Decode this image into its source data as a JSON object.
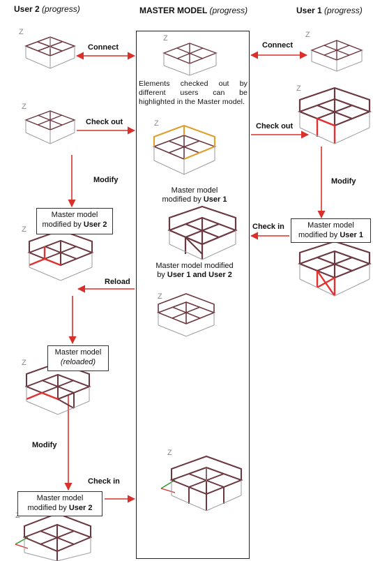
{
  "headers": {
    "user2_name": "User 2",
    "user2_status": "(progress)",
    "master_name": "MASTER MODEL",
    "master_status": "(progress)",
    "user1_name": "User 1",
    "user1_status": "(progress)"
  },
  "arrows": {
    "connect_left": "Connect",
    "connect_right": "Connect",
    "checkout_left": "Check out",
    "checkout_right": "Check out",
    "modify_user2_1": "Modify",
    "modify_user1": "Modify",
    "checkin_user1": "Check in",
    "reload": "Reload",
    "modify_user2_2": "Modify",
    "checkin_user2": "Check in"
  },
  "master": {
    "description": "Elements checked out by different users can be highlighted in the Master model.",
    "modified_user1_prefix": "Master model",
    "modified_user1_mid": "modified by",
    "modified_user1_user": "User 1",
    "modified_both_prefix": "Master model modified",
    "modified_both_by": "by",
    "modified_both_users": "User 1 and User 2"
  },
  "boxes": {
    "user2_modified_line1": "Master model",
    "user2_modified_by": "modified by",
    "user2_modified_user": "User 2",
    "user1_modified_line1": "Master model",
    "user1_modified_by": "modified by",
    "user1_modified_user": "User 1",
    "user2_reloaded_line1": "Master model",
    "user2_reloaded_line2": "(reloaded)",
    "user2_final_line1": "Master model",
    "user2_final_by": "modified by",
    "user2_final_user": "User 2"
  },
  "axis_label": "Z",
  "colors": {
    "arrow": "#d9302b",
    "frame": "#6b3840",
    "highlight_red": "#e53030",
    "highlight_orange": "#e0a030",
    "grid": "#9a9aa0"
  }
}
